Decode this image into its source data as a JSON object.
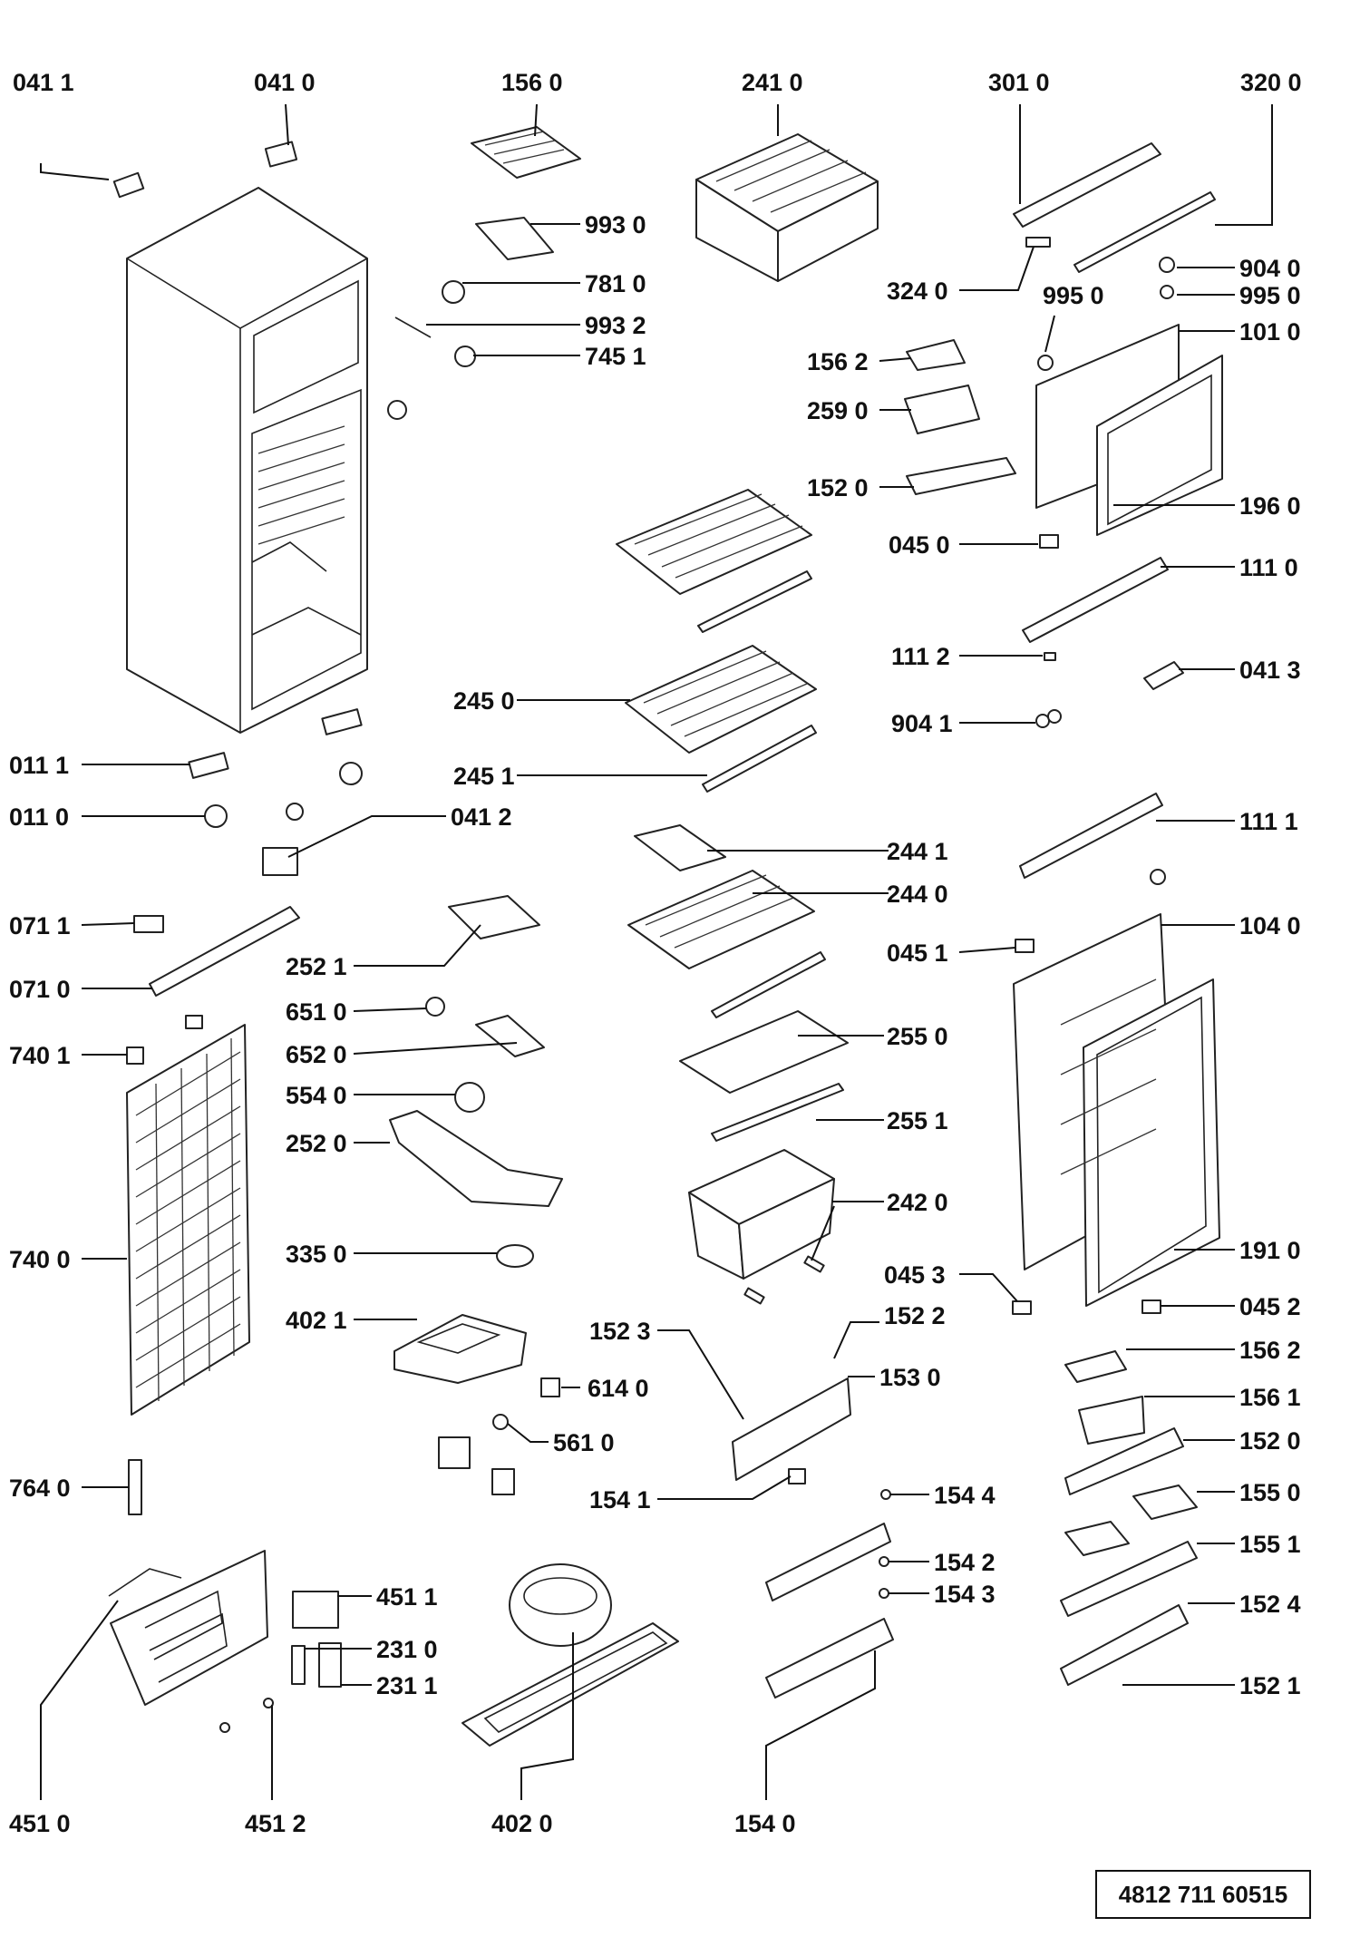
{
  "document_number": "4812 711 60515",
  "part_labels": [
    "041 1",
    "041 0",
    "156 0",
    "241 0",
    "301 0",
    "320 0",
    "993 0",
    "781 0",
    "993 2",
    "745 1",
    "324 0",
    "904 0",
    "995 0",
    "995 0",
    "101 0",
    "156 2",
    "259 0",
    "152 0",
    "196 0",
    "045 0",
    "111 0",
    "111 2",
    "041 3",
    "904 1",
    "245 0",
    "245 1",
    "011 1",
    "011 0",
    "041 2",
    "111 1",
    "244 1",
    "244 0",
    "071 1",
    "071 0",
    "252 1",
    "104 0",
    "045 1",
    "651 0",
    "652 0",
    "255 0",
    "740 1",
    "554 0",
    "255 1",
    "252 0",
    "242 0",
    "740 0",
    "335 0",
    "045 3",
    "191 0",
    "045 2",
    "402 1",
    "152 3",
    "152 2",
    "156 2",
    "153 0",
    "614 0",
    "156 1",
    "561 0",
    "152 0",
    "764 0",
    "154 1",
    "154 4",
    "155 0",
    "154 2",
    "155 1",
    "451 1",
    "154 3",
    "152 4",
    "231 0",
    "231 1",
    "152 1",
    "451 0",
    "451 2",
    "402 0",
    "154 0"
  ]
}
